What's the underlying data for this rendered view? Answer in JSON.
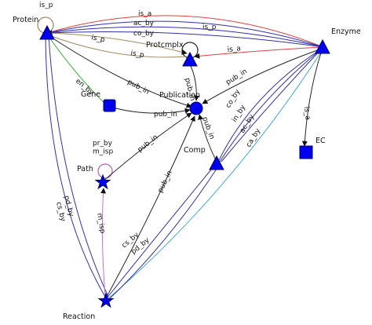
{
  "nodes": [
    {
      "id": "protein",
      "label": "Protein",
      "shape": "triangle"
    },
    {
      "id": "enzyme",
      "label": "Enzyme",
      "shape": "triangle"
    },
    {
      "id": "protcmplx",
      "label": "Protcmplx",
      "shape": "triangle"
    },
    {
      "id": "gene",
      "label": "Gene",
      "shape": "square"
    },
    {
      "id": "publication",
      "label": "Publication",
      "shape": "circle"
    },
    {
      "id": "comp",
      "label": "Comp",
      "shape": "triangle"
    },
    {
      "id": "ec",
      "label": "EC",
      "shape": "square"
    },
    {
      "id": "path",
      "label": "Path",
      "shape": "star"
    },
    {
      "id": "reaction",
      "label": "Reaction",
      "shape": "star"
    }
  ],
  "edges": [
    {
      "id": "protein-is_p-self",
      "label": "is_p",
      "type": "self",
      "color": "#a08860"
    },
    {
      "id": "path-self",
      "label": "pr_by\nm_isp",
      "type": "self",
      "color": "#b060c0"
    },
    {
      "id": "protcmplx-self",
      "label": "",
      "type": "self",
      "color": "#222222"
    },
    {
      "id": "enzyme-protein-is_a",
      "label": "is_a",
      "color": "#e04040"
    },
    {
      "id": "enzyme-protein-ac_by",
      "label": "ac_by",
      "color": "#3030b0"
    },
    {
      "id": "enzyme-protein-co_by",
      "label": "co_by",
      "color": "#3030b0"
    },
    {
      "id": "enzyme-protein-is_p",
      "label": "is_p",
      "color": "#3030b0"
    },
    {
      "id": "protein-protcmplx-is_p",
      "label": "is_p",
      "color": "#a08860"
    },
    {
      "id": "protcmplx-protein-is_p",
      "label": "is_p",
      "color": "#a08860"
    },
    {
      "id": "enzyme-protcmplx-is_a",
      "label": "is_a",
      "color": "#e04040"
    },
    {
      "id": "protein-gene-en_by",
      "label": "en_by",
      "color": "#30b030"
    },
    {
      "id": "protein-publication-pub_in",
      "label": "pub_in",
      "color": "#222222"
    },
    {
      "id": "gene-publication-pub_in",
      "label": "pub_in",
      "color": "#222222"
    },
    {
      "id": "protcmplx-publication-pub_in",
      "label": "pub_in",
      "color": "#222222"
    },
    {
      "id": "enzyme-publication-pub_in",
      "label": "pub_in",
      "color": "#222222"
    },
    {
      "id": "comp-publication-pub_in",
      "label": "pub_in",
      "color": "#222222"
    },
    {
      "id": "path-publication-pub_in",
      "label": "pub_in",
      "color": "#222222"
    },
    {
      "id": "reaction-publication-pub_in",
      "label": "pub_in",
      "color": "#222222"
    },
    {
      "id": "enzyme-comp-co_by",
      "label": "co_by",
      "color": "#3030b0"
    },
    {
      "id": "enzyme-comp-in_by",
      "label": "in_by",
      "color": "#3030b0"
    },
    {
      "id": "enzyme-comp-ac_by",
      "label": "ac_by",
      "color": "#3030b0"
    },
    {
      "id": "enzyme-reaction-ca_by",
      "label": "ca_by",
      "color": "#40a8d8"
    },
    {
      "id": "enzyme-ec-is_a",
      "label": "is_a",
      "color": "#222222"
    },
    {
      "id": "protein-reaction-cs_by",
      "label": "cs_by",
      "color": "#3030b0"
    },
    {
      "id": "protein-reaction-pd_by",
      "label": "pd_by",
      "color": "#3030b0"
    },
    {
      "id": "comp-reaction-cs_by",
      "label": "cs_by",
      "color": "#3030b0"
    },
    {
      "id": "comp-reaction-pd_by",
      "label": "pd_by",
      "color": "#3030b0"
    },
    {
      "id": "reaction-path-m_isp",
      "label": "m_isp",
      "color": "#d070c8"
    }
  ],
  "colors": {
    "node_fill": "#0000ee",
    "node_stroke": "#000060"
  }
}
